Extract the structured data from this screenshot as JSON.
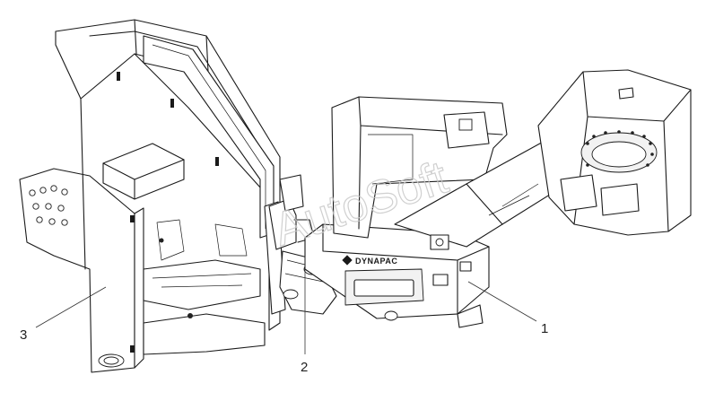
{
  "diagram": {
    "callouts": [
      {
        "id": "1",
        "label": "1"
      },
      {
        "id": "2",
        "label": "2"
      },
      {
        "id": "3",
        "label": "3"
      }
    ],
    "brand_plate_text": "DYNAPAC",
    "watermark_text": "AutoSoft"
  }
}
